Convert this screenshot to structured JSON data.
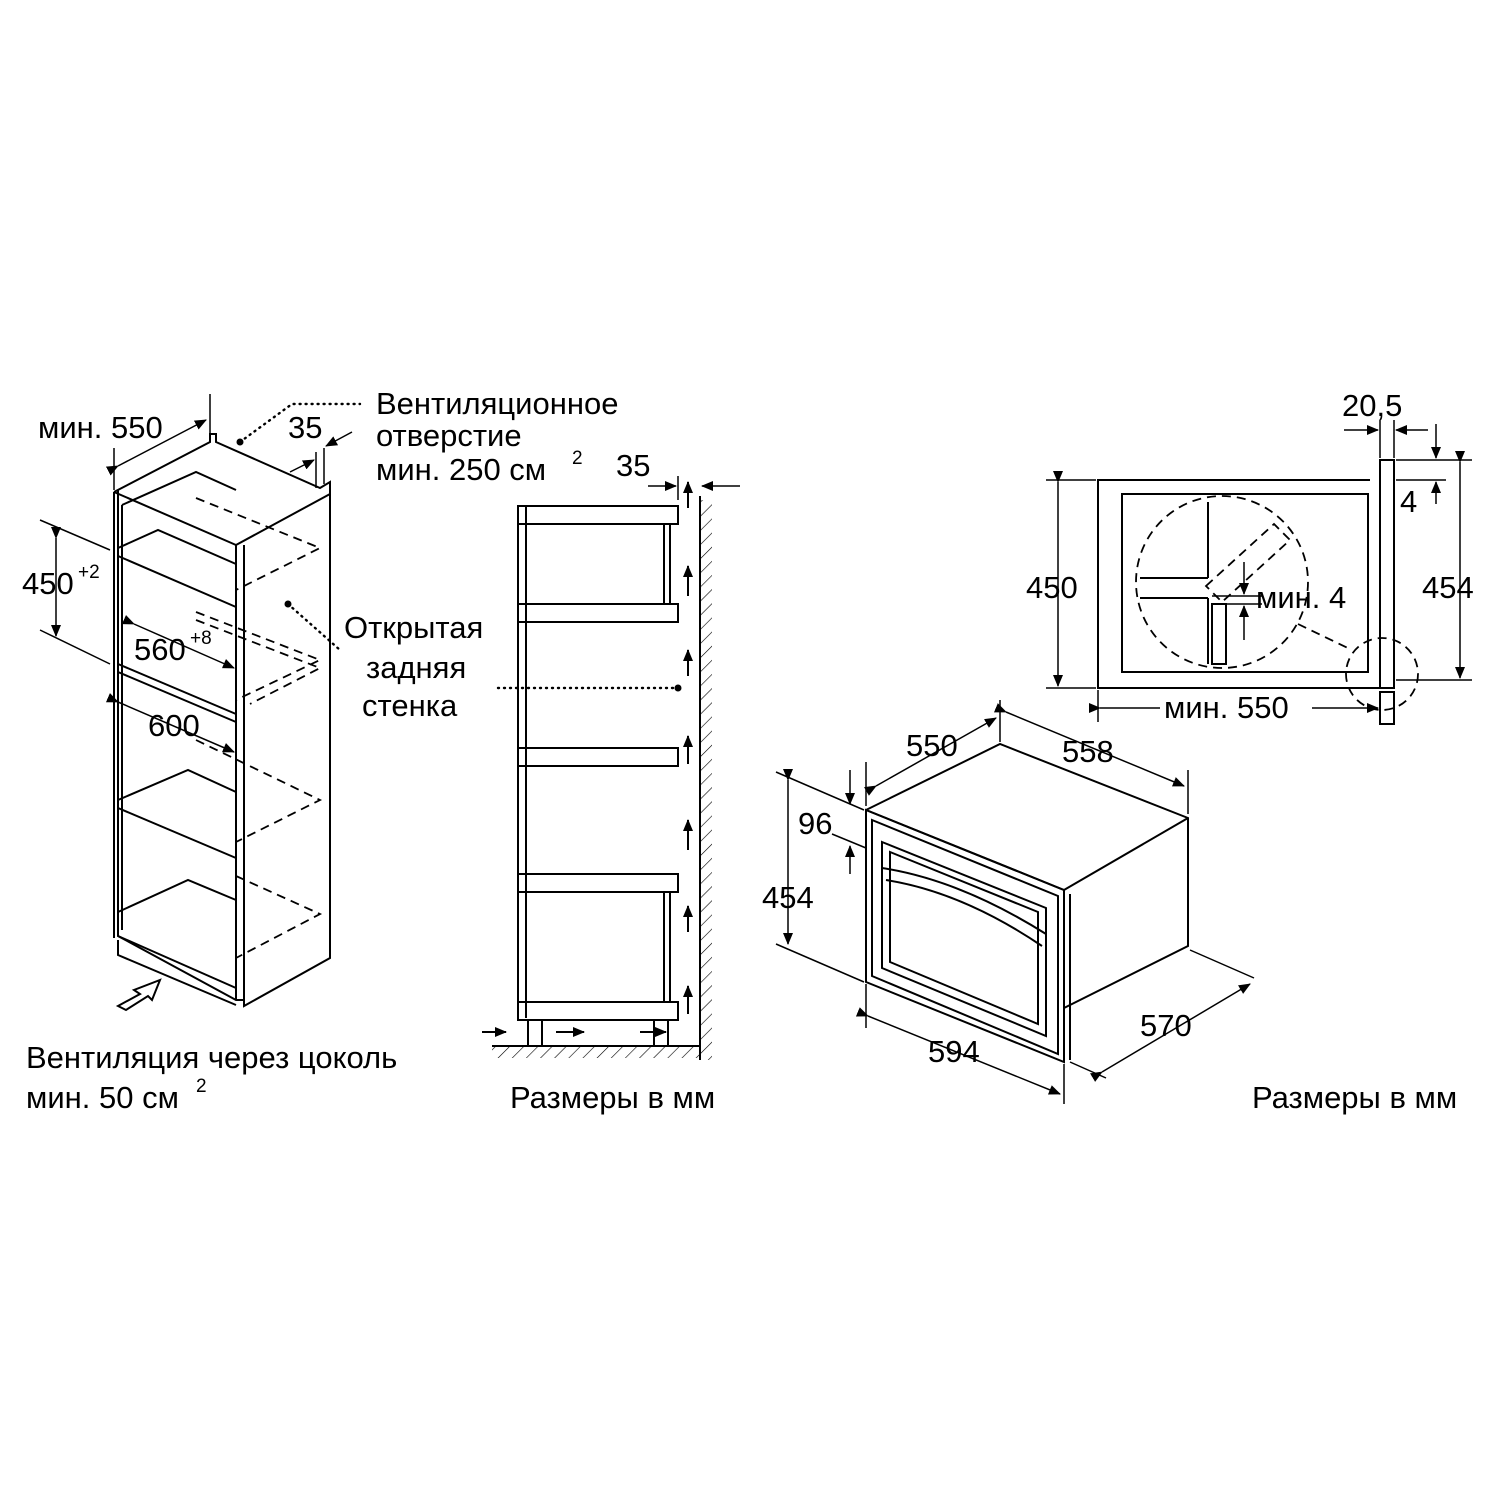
{
  "labels": {
    "tower_min_depth": "мин. 550",
    "tower_gap_35": "35",
    "vent_opening_line1": "Вентиляционное",
    "vent_opening_line2": "отверстие",
    "vent_opening_line3": "мин. 250 см",
    "vent_opening_sup": "2",
    "niche_height": "450",
    "niche_height_sup": "+2",
    "niche_width": "560",
    "niche_width_sup": "+8",
    "tower_width": "600",
    "open_back_line1": "Открытая",
    "open_back_line2": "задняя",
    "open_back_line3": "стенка",
    "side_gap_35": "35",
    "plinth_vent_line1": "Вентиляция через цоколь",
    "plinth_vent_line2": "мин. 50 см",
    "plinth_vent_sup": "2",
    "units_note_left": "Размеры в мм",
    "top_20_5": "20,5",
    "top_4": "4",
    "top_450": "450",
    "top_454": "454",
    "top_min_4": "мин. 4",
    "top_min_550": "мин. 550",
    "dev_550": "550",
    "dev_558": "558",
    "dev_96": "96",
    "dev_454": "454",
    "dev_594": "594",
    "dev_570": "570",
    "units_note_right": "Размеры в мм"
  }
}
